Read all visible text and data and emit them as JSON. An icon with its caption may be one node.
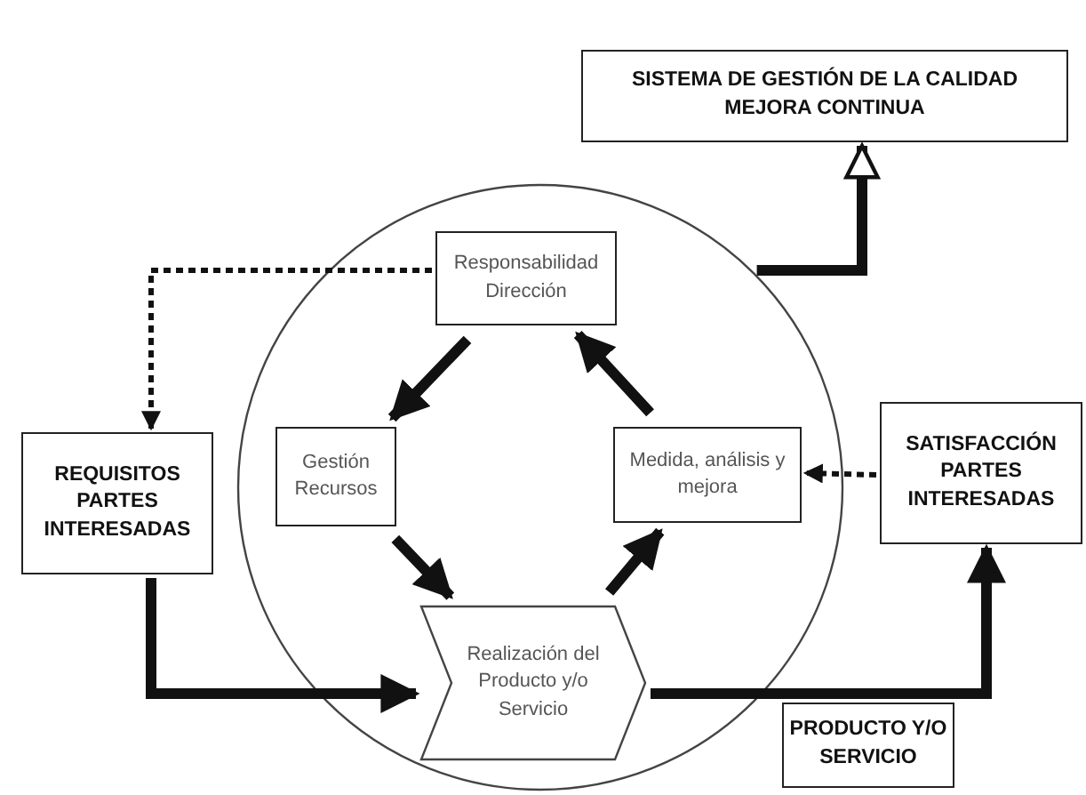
{
  "diagram": {
    "nodes": [
      {
        "text": [
          "SISTEMA DE GESTIÓN DE LA CALIDAD MEJORA CONTINUA"
        ]
      },
      {
        "text": [],
        "shape": "circle"
      },
      {
        "text": [
          "Responsabilidad Dirección"
        ],
        "in": 1
      },
      {
        "text": [
          "Gestión Recursos"
        ],
        "in": 1
      },
      {
        "text": [
          "Medida, análisis y mejora"
        ],
        "in": 1
      },
      {
        "text": [
          "Realización del Producto y/o Servicio"
        ],
        "in": 1
      },
      {
        "text": [
          "REQUISITOS PARTES INTERESADAS"
        ]
      },
      {
        "text": [
          "SATISFACCIÓN PARTES INTERESADAS"
        ]
      },
      {
        "text": [
          "PRODUCTO Y/O SERVICIO"
        ]
      }
    ],
    "edges": [
      {
        "from": 2,
        "to": 3,
        "arrow": "to"
      },
      {
        "from": 3,
        "to": 5,
        "arrow": "to"
      },
      {
        "from": 5,
        "to": 4,
        "arrow": "to"
      },
      {
        "from": 4,
        "to": 2,
        "arrow": "to"
      },
      {
        "from": 2,
        "to": 6,
        "arrow": "to",
        "style": "dashed"
      },
      {
        "from": 7,
        "to": 4,
        "arrow": "to",
        "style": "dashed"
      },
      {
        "from": 6,
        "to": 5,
        "arrow": "to"
      },
      {
        "from": 5,
        "to": 7,
        "arrow": "to"
      },
      {
        "from": 1,
        "to": 0,
        "arrow": "to"
      }
    ]
  }
}
